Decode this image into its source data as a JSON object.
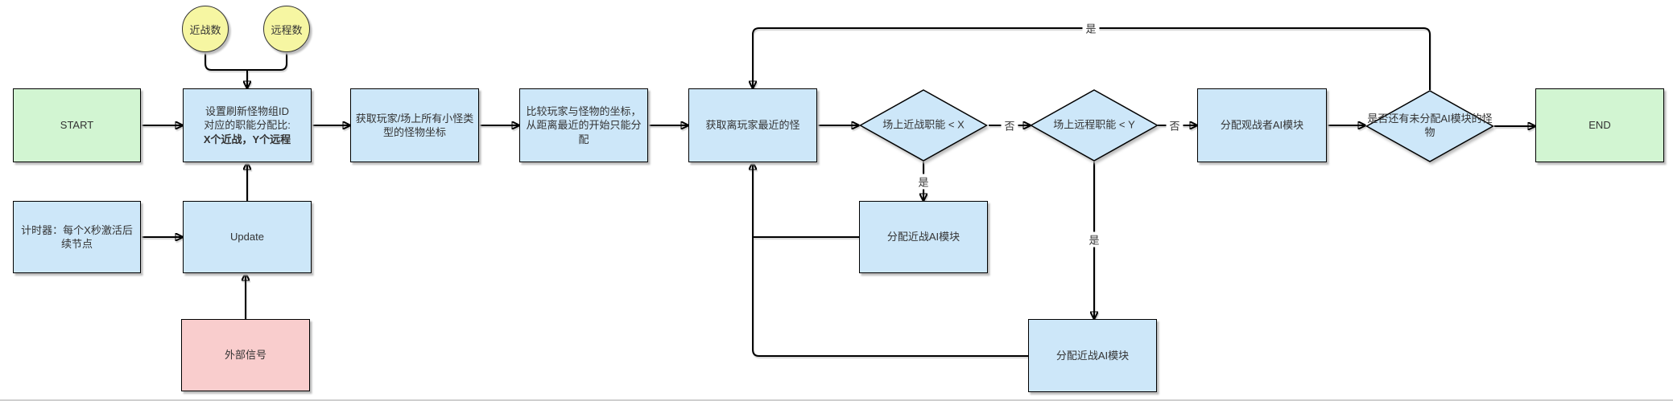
{
  "diagram_name": "monster-ai-assignment-flowchart",
  "colors": {
    "terminal_fill": "#d2f5d2",
    "process_fill": "#cde7f9",
    "input_circle_fill": "#f6f6a2",
    "external_signal_fill": "#f9cdcd",
    "stroke": "#000000",
    "text": "#333333"
  },
  "nodes": {
    "melee_count": {
      "label": "近战数"
    },
    "ranged_count": {
      "label": "远程数"
    },
    "start": {
      "label": "START"
    },
    "set_ratio": {
      "line1": "设置刷新怪物组ID",
      "line2": "对应的职能分配比:",
      "line3": "X个近战，Y个远程"
    },
    "get_all_coords": {
      "label": "获取玩家/场上所有小怪类型的怪物坐标"
    },
    "compare_coords": {
      "label": "比较玩家与怪物的坐标，从距离最近的开始只能分配"
    },
    "get_nearest": {
      "label": "获取离玩家最近的怪"
    },
    "melee_check": {
      "label": "场上近战职能 < X"
    },
    "ranged_check": {
      "label": "场上远程职能 < Y"
    },
    "assign_spectator": {
      "label": "分配观战者AI模块"
    },
    "remaining_check": {
      "label": "是否还有未分配AI模块的怪物"
    },
    "end": {
      "label": "END"
    },
    "timer": {
      "label": "计时器：每个X秒激活后续节点"
    },
    "update": {
      "label": "Update"
    },
    "external_signal": {
      "label": "外部信号"
    },
    "assign_melee_1": {
      "label": "分配近战AI模块"
    },
    "assign_melee_2": {
      "label": "分配近战AI模块"
    }
  },
  "edge_labels": {
    "loop_yes": "是",
    "melee_no": "否",
    "ranged_no": "否",
    "melee_yes": "是",
    "ranged_yes": "是"
  },
  "edges": [
    {
      "from": "melee_count",
      "to": "set_ratio"
    },
    {
      "from": "ranged_count",
      "to": "set_ratio"
    },
    {
      "from": "start",
      "to": "set_ratio"
    },
    {
      "from": "set_ratio",
      "to": "get_all_coords"
    },
    {
      "from": "get_all_coords",
      "to": "compare_coords"
    },
    {
      "from": "compare_coords",
      "to": "get_nearest"
    },
    {
      "from": "get_nearest",
      "to": "melee_check"
    },
    {
      "from": "melee_check",
      "to": "ranged_check",
      "label": "否"
    },
    {
      "from": "melee_check",
      "to": "assign_melee_1",
      "label": "是"
    },
    {
      "from": "assign_melee_1",
      "to": "get_nearest"
    },
    {
      "from": "ranged_check",
      "to": "assign_spectator",
      "label": "否"
    },
    {
      "from": "ranged_check",
      "to": "assign_melee_2",
      "label": "是"
    },
    {
      "from": "assign_melee_2",
      "to": "get_nearest"
    },
    {
      "from": "assign_spectator",
      "to": "remaining_check"
    },
    {
      "from": "remaining_check",
      "to": "get_nearest",
      "label": "是"
    },
    {
      "from": "remaining_check",
      "to": "end"
    },
    {
      "from": "timer",
      "to": "update"
    },
    {
      "from": "update",
      "to": "set_ratio"
    },
    {
      "from": "external_signal",
      "to": "update"
    }
  ]
}
